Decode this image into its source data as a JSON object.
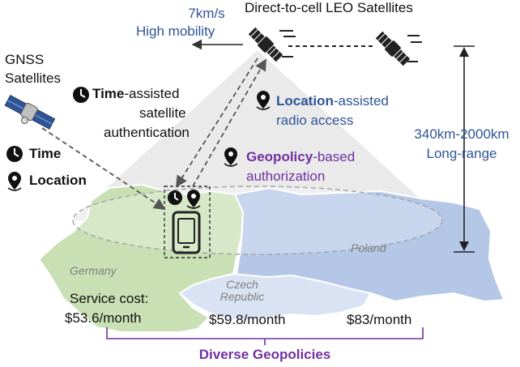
{
  "satellites": {
    "title": "Direct-to-cell LEO Satellites",
    "speed": "7km/s",
    "mobility": "High mobility",
    "altitude": "340km-2000km",
    "range": "Long-range"
  },
  "gnss": {
    "line1": "GNSS",
    "line2": "Satellites"
  },
  "legend": {
    "time": "Time",
    "location": "Location"
  },
  "features": {
    "time_auth": {
      "bold": "Time",
      "rest1": "-assisted",
      "line2": "satellite",
      "line3": "authentication"
    },
    "location_access": {
      "bold": "Location",
      "rest1": "-assisted",
      "line2": "radio access"
    },
    "geopolicy_auth": {
      "bold": "Geopolicy",
      "rest1": "-based",
      "line2": "authorization"
    }
  },
  "countries": {
    "germany": "Germany",
    "poland": "Poland",
    "czech1": "Czech",
    "czech2": "Republic"
  },
  "costs": {
    "label": "Service cost:",
    "germany": "$53.6/month",
    "czech": "$59.8/month",
    "poland": "$83/month"
  },
  "footer": "Diverse Geopolicies",
  "colors": {
    "blue_text": "#2f5597",
    "purple_text": "#7030a0",
    "germany_fill": "#c9e0b4",
    "poland_fill": "#b4c7e7",
    "czech_fill": "#dae3f3"
  }
}
